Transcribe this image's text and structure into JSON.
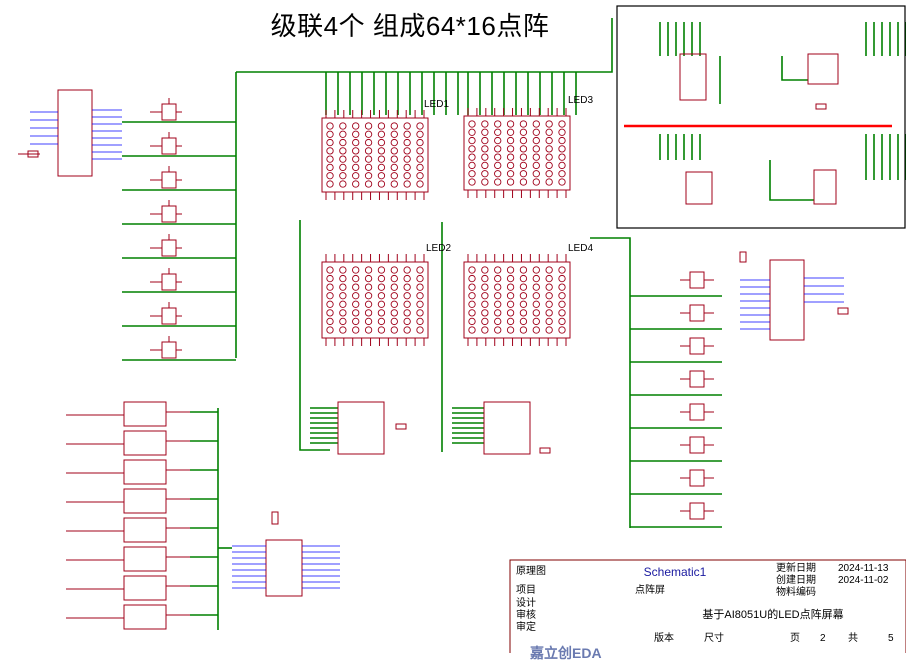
{
  "title": "级联4个 组成64*16点阵",
  "modules": {
    "led1": "LED1",
    "led2": "LED2",
    "led3": "LED3",
    "led4": "LED4"
  },
  "title_block": {
    "label_drawing": "原理图",
    "label_project": "项目",
    "label_designer": "设计",
    "label_checker": "审核",
    "label_approver": "审定",
    "sheet_name": "Schematic1",
    "sheet_subname": "点阵屏",
    "label_update_date": "更新日期",
    "update_date": "2024-11-13",
    "label_create_date": "创建日期",
    "create_date": "2024-11-02",
    "label_part_code": "物料编码",
    "description": "基于AI8051U的LED点阵屏幕",
    "label_version": "版本",
    "label_size": "尺寸",
    "label_page": "页",
    "page": "2",
    "label_total": "共",
    "total": "5",
    "logo_text": "嘉立创EDA"
  },
  "colors": {
    "wire": "#008000",
    "component": "#a0001a",
    "net_label": "#0000ff",
    "highlight_bus": "#ff0000",
    "frame": "#800000"
  }
}
